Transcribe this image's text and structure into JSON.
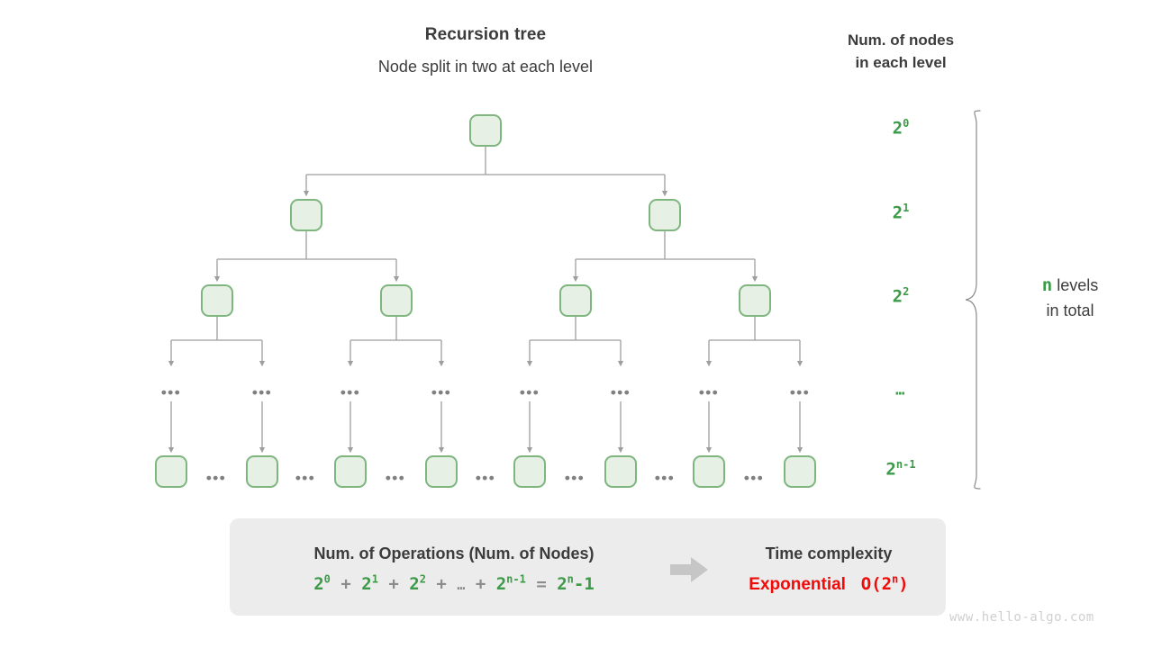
{
  "header": {
    "tree_title": "Recursion tree",
    "tree_subtitle": "Node split in two at each level",
    "column_title_line1": "Num. of nodes",
    "column_title_line2": "in each level"
  },
  "levels": [
    {
      "label_base": "2",
      "label_exp": "0"
    },
    {
      "label_base": "2",
      "label_exp": "1"
    },
    {
      "label_base": "2",
      "label_exp": "2"
    },
    {
      "label_base": "…",
      "label_exp": ""
    },
    {
      "label_base": "2",
      "label_exp": "n-1"
    }
  ],
  "total": {
    "n": "n",
    "text_line1": "levels",
    "text_line2": "in total"
  },
  "tree": {
    "node_fill": "#e6f0e5",
    "node_border": "#7fb57f",
    "edge_color": "#9e9e9e",
    "ellipsis": "•••",
    "level_node_counts": [
      1,
      2,
      4,
      8,
      8
    ]
  },
  "summary": {
    "operations_title": "Num. of Operations (Num. of Nodes)",
    "formula_terms": [
      "2⁰",
      "2¹",
      "2²",
      "…",
      "2ⁿ⁻¹"
    ],
    "formula_result": "2ⁿ-1",
    "arrow": "right-arrow",
    "time_complexity_title": "Time complexity",
    "time_complexity_value": "Exponential",
    "time_complexity_notation": "O(2ⁿ)",
    "accent_green": "#3c9a48",
    "accent_red": "#f00a0a",
    "box_bg": "#ececec"
  },
  "watermark": "www.hello-algo.com"
}
